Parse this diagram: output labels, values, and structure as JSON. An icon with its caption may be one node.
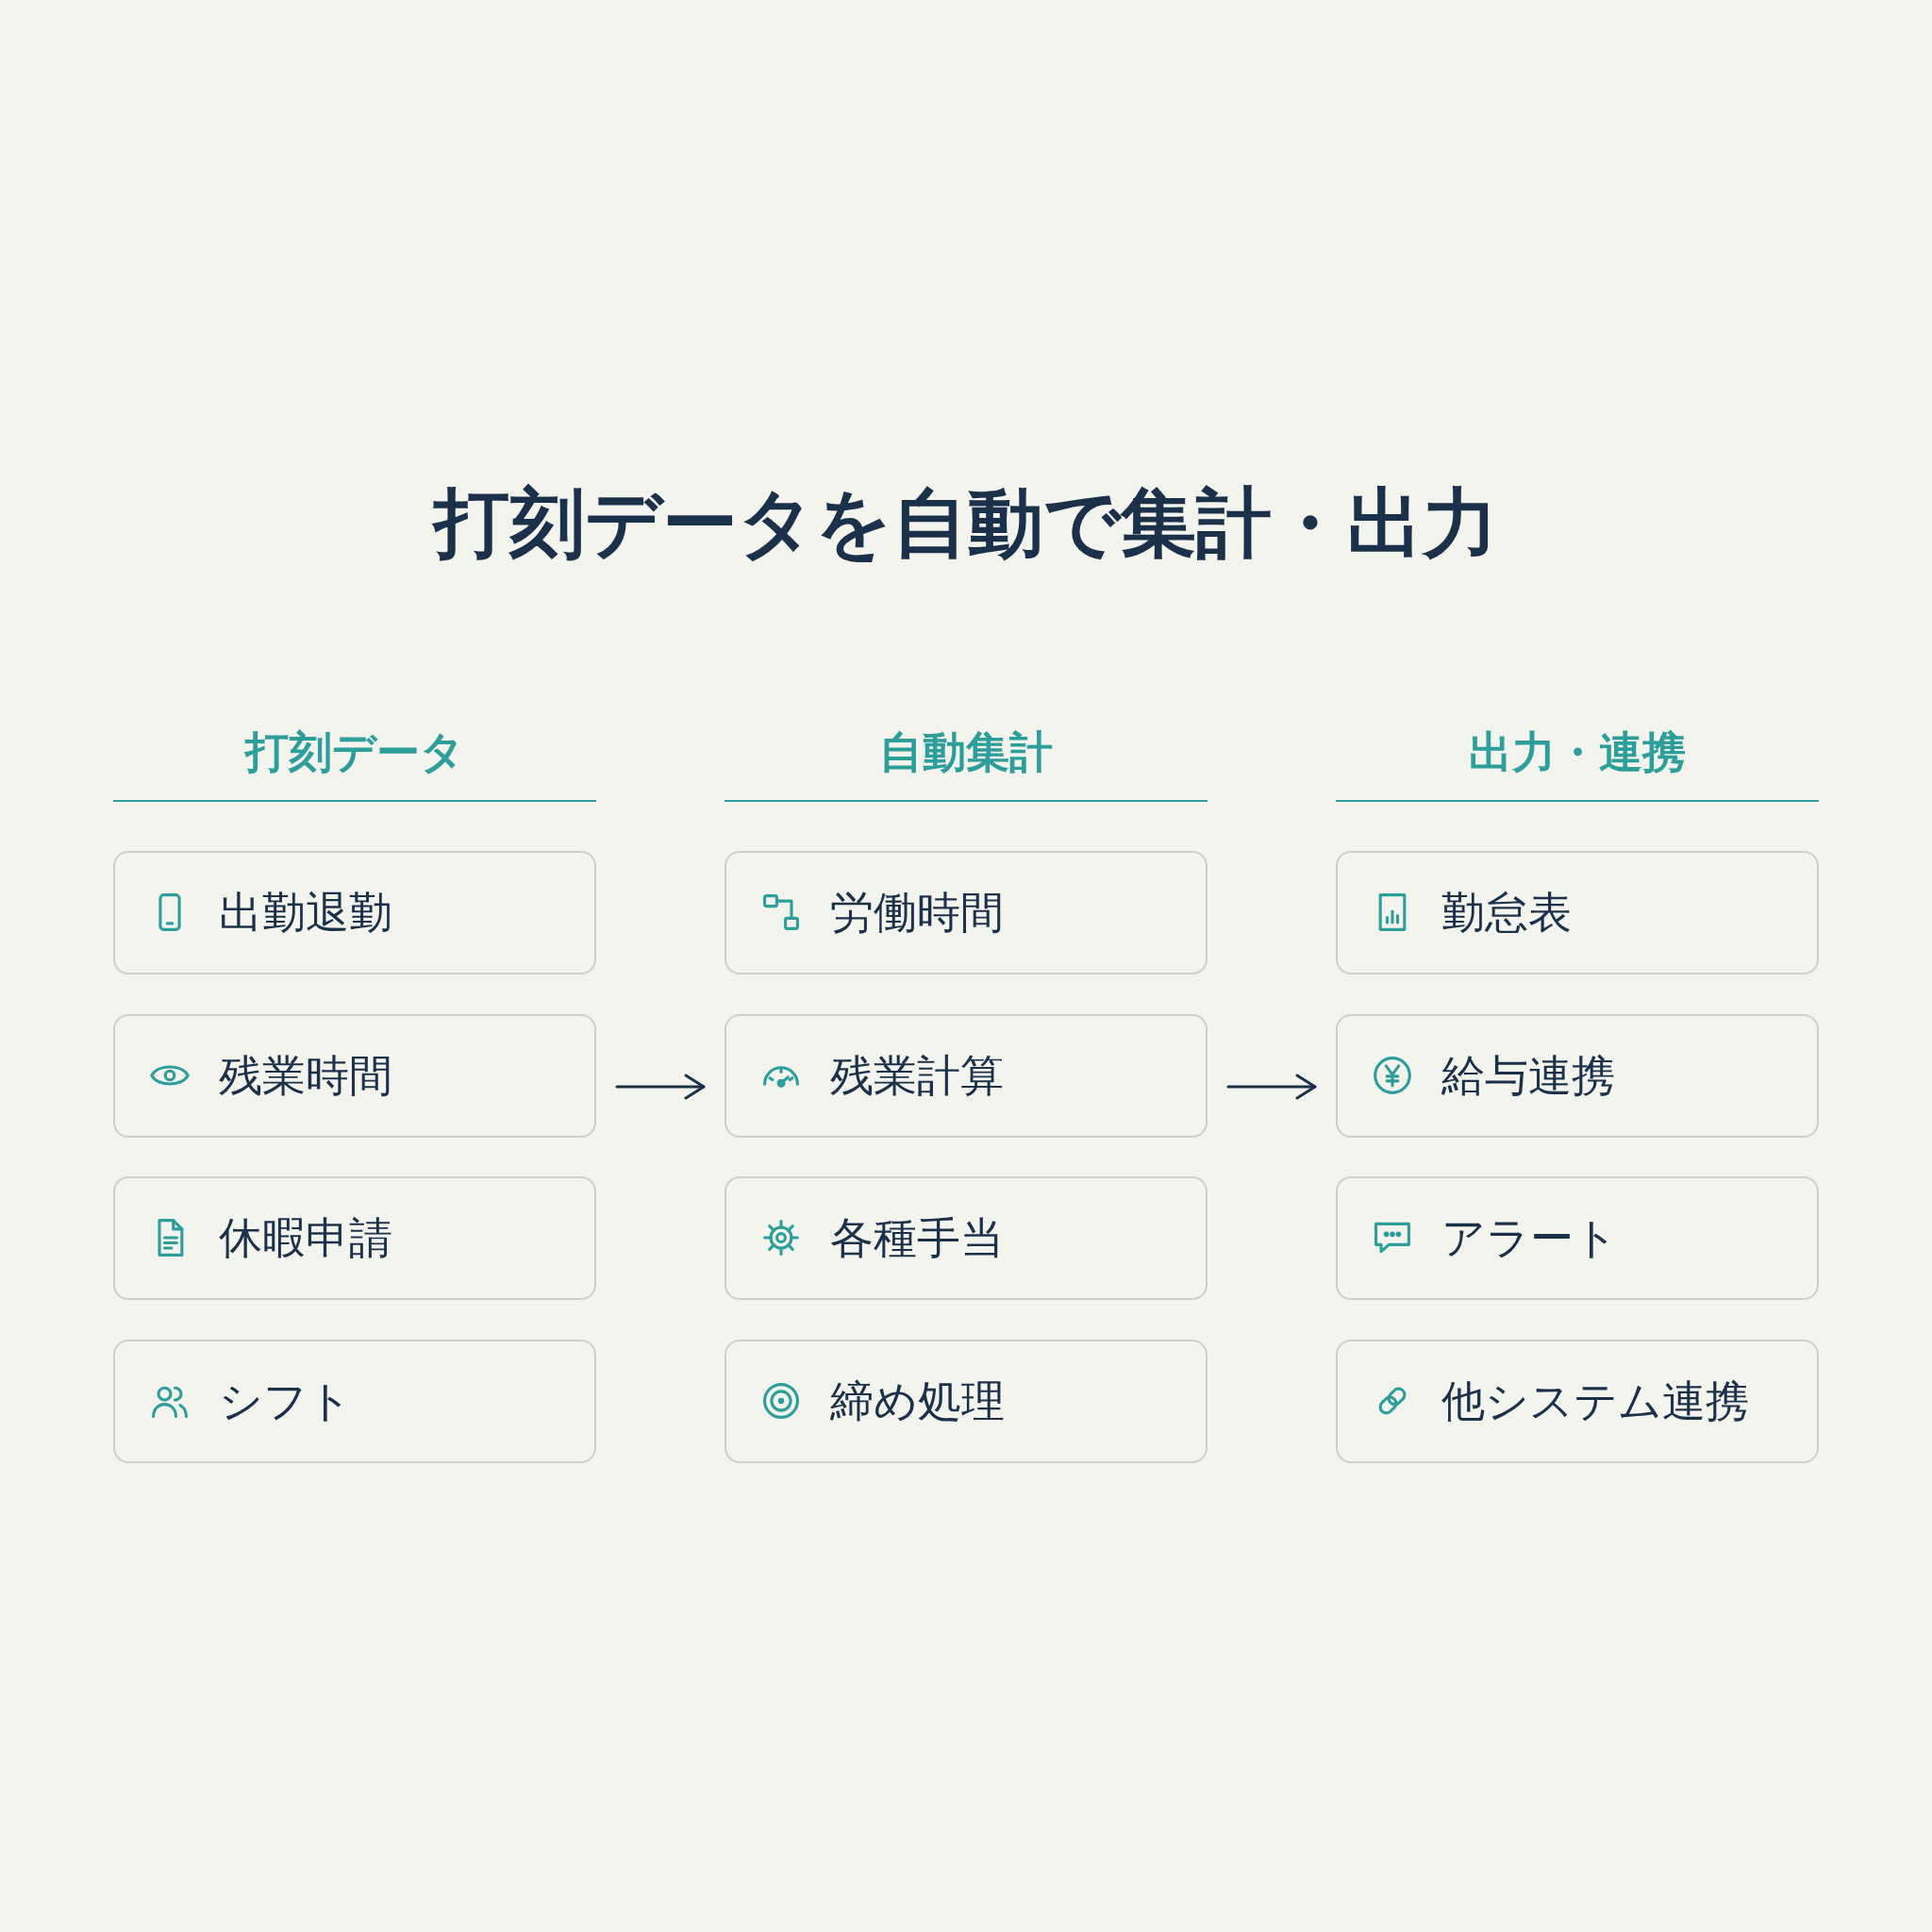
{
  "diagram": {
    "title": "打刻データを自動で集計・出力",
    "nodes": [
      {
        "text": [
          "出勤退勤"
        ]
      },
      {
        "text": [
          "残業時間"
        ]
      },
      {
        "text": [
          "休暇申請"
        ]
      },
      {
        "text": [
          "シフト"
        ]
      },
      {
        "text": [
          "労働時間"
        ]
      },
      {
        "text": [
          "残業計算"
        ]
      },
      {
        "text": [
          "各種手当"
        ]
      },
      {
        "text": [
          "締め処理"
        ]
      },
      {
        "text": [
          "勤怠表"
        ]
      },
      {
        "text": [
          "給与連携"
        ]
      },
      {
        "text": [
          "アラート"
        ]
      },
      {
        "text": [
          "他システム連携"
        ]
      }
    ],
    "edges": [
      {
        "from": 1,
        "to": 5,
        "arrow": "to"
      },
      {
        "from": 5,
        "to": 9,
        "arrow": "to"
      }
    ],
    "labels": [
      "打刻データ",
      "自動集計",
      "出力・連携"
    ]
  }
}
